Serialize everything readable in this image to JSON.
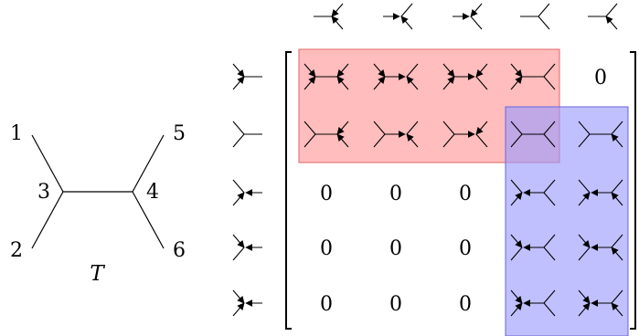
{
  "tree": {
    "caption": "T",
    "node_labels": [
      "1",
      "2",
      "3",
      "4",
      "5",
      "6"
    ]
  },
  "matrix": {
    "zero_label": "0",
    "cells": [
      [
        "g",
        "g",
        "g",
        "g",
        "0"
      ],
      [
        "g",
        "g",
        "g",
        "g",
        "g"
      ],
      [
        "0",
        "0",
        "0",
        "g",
        "g"
      ],
      [
        "0",
        "0",
        "0",
        "g",
        "g"
      ],
      [
        "0",
        "0",
        "0",
        "g",
        "g"
      ]
    ],
    "highlight_colors": {
      "red_block": "#ff9999",
      "blue_block": "#9999ff"
    }
  }
}
